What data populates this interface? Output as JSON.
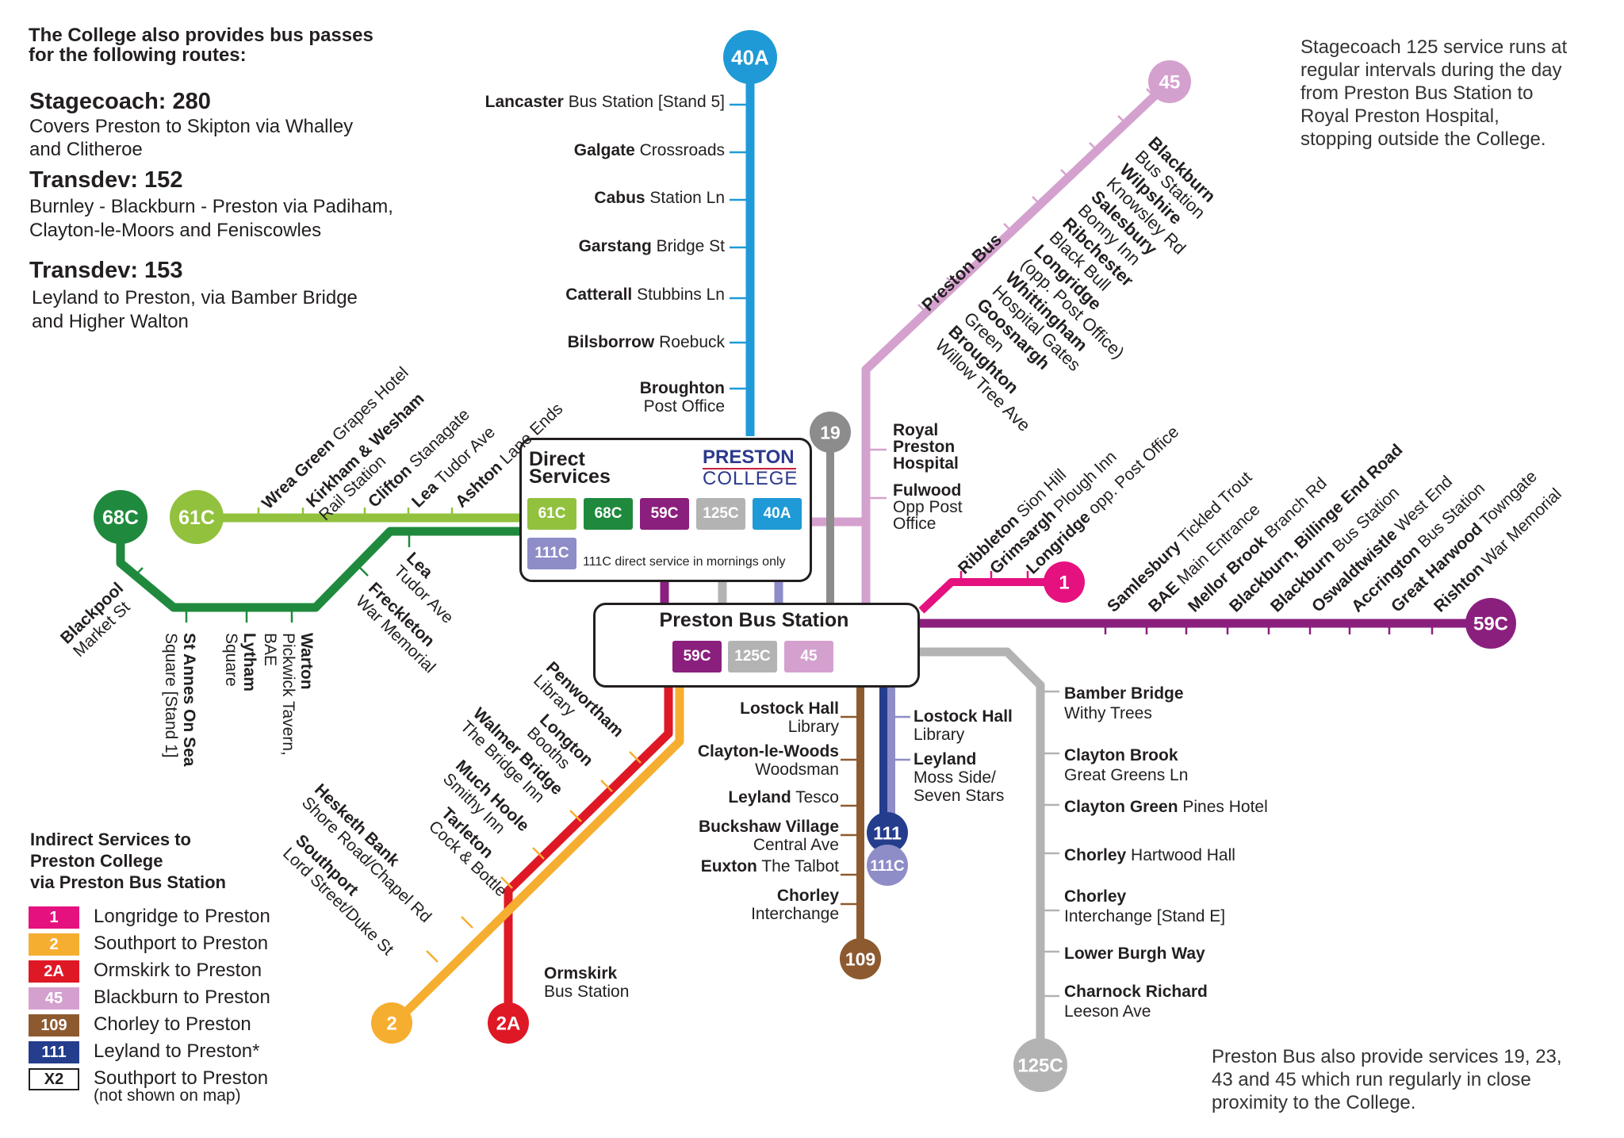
{
  "header": {
    "line1": "The College also provides bus passes",
    "line2": "for the following routes:"
  },
  "operators": [
    {
      "title": "Stagecoach: 280",
      "desc1": "Covers Preston to Skipton via Whalley",
      "desc2": "and Clitheroe"
    },
    {
      "title": "Transdev: 152",
      "desc1": "Burnley - Blackburn - Preston via Padiham,",
      "desc2": "Clayton-le-Moors and Feniscowles"
    },
    {
      "title": "Transdev: 153",
      "desc1": "Leyland to Preston, via Bamber Bridge",
      "desc2": "and Higher Walton"
    }
  ],
  "notes": {
    "stagecoach": [
      "Stagecoach 125 service runs at",
      "regular intervals during the day",
      "from Preston Bus Station to",
      "Royal Preston Hospital,",
      "stopping outside the College."
    ],
    "prestonbus": [
      "Preston Bus also provide services 19, 23,",
      "43 and 45 which run regularly in close",
      "proximity to the College."
    ]
  },
  "colors": {
    "40A": "#1f9ad6",
    "45": "#d4a1cf",
    "61C": "#92c13e",
    "68C": "#1f8a3d",
    "59C": "#8b1f7e",
    "125C": "#b3b3b3",
    "1": "#e5117f",
    "2": "#f6ae30",
    "2A": "#df1826",
    "109": "#8d5a30",
    "111": "#243d8c",
    "111C": "#8e8dc8",
    "19": "#8c8c8c"
  },
  "direct": {
    "title1": "Direct",
    "title2": "Services",
    "college1": "PRESTON",
    "college2": "COLLEGE",
    "note": "111C direct service in mornings only",
    "badges": [
      "61C",
      "68C",
      "59C",
      "125C",
      "40A",
      "111C"
    ]
  },
  "station": {
    "title": "Preston Bus Station",
    "badges": [
      "59C",
      "125C",
      "45"
    ]
  },
  "terminals": {
    "40A": "40A",
    "45": "45",
    "61C": "61C",
    "68C": "68C",
    "59C": "59C",
    "1": "1",
    "2": "2",
    "2A": "2A",
    "109": "109",
    "111": "111",
    "111C": "111C",
    "125C": "125C",
    "19": "19"
  },
  "route_labels": {
    "preston_bus": "Preston Bus"
  },
  "stops_40A": [
    {
      "b": "Lancaster",
      "r": " Bus Station [Stand 5]"
    },
    {
      "b": "Galgate",
      "r": " Crossroads"
    },
    {
      "b": "Cabus",
      "r": " Station Ln"
    },
    {
      "b": "Garstang",
      "r": "  Bridge St"
    },
    {
      "b": "Catterall",
      "r": " Stubbins Ln"
    },
    {
      "b": "Bilsborrow",
      "r": "  Roebuck"
    }
  ],
  "stop_broughton": {
    "b": "Broughton",
    "r": "Post Office"
  },
  "stops_hospital": [
    {
      "b": "Royal",
      "b2": "Preston",
      "b3": "Hospital"
    },
    {
      "b": "Fulwood",
      "r": "Opp Post",
      "r2": "Office"
    }
  ],
  "stops_45": [
    {
      "b": "Blackburn",
      "r": "Bus Station"
    },
    {
      "b": "Wilpshire",
      "r": "Knowsley Rd"
    },
    {
      "b": "Salesbury",
      "r": "Bonny Inn"
    },
    {
      "b": "Ribchester",
      "r": "Black Bull"
    },
    {
      "b": "Longridge",
      "r": "(opp. Post Office)"
    },
    {
      "b": "Whittingham",
      "r": "Hospital Gates"
    },
    {
      "b": "Goosnargh",
      "r": "Green"
    },
    {
      "b": "Broughton",
      "r": "Willow Tree Ave"
    }
  ],
  "stops_1": [
    {
      "b": "Ribbleton",
      "r": " Sion Hill"
    },
    {
      "b": "Grimsargh",
      "r": " Plough Inn"
    },
    {
      "b": "Longridge",
      "r": " opp. Post Office"
    }
  ],
  "stops_59C": [
    {
      "b": "Samlesbury",
      "r": " Tickled Trout"
    },
    {
      "b": "BAE",
      "r": " Main Entrance"
    },
    {
      "b": "Mellor Brook",
      "r": " Branch Rd"
    },
    {
      "b": "Blackburn, Billinge End Road",
      "r": ""
    },
    {
      "b": "Blackburn",
      "r": " Bus Station"
    },
    {
      "b": "Oswaldtwistle",
      "r": " West End"
    },
    {
      "b": "Accrington",
      "r": " Bus Station"
    },
    {
      "b": "Great Harwood",
      "r": " Towngate"
    },
    {
      "b": "Rishton",
      "r": " War Memorial"
    }
  ],
  "stops_61C": [
    {
      "b": "Wrea Green",
      "r": " Grapes Hotel"
    },
    {
      "b": "Kirkham & Wesham",
      "r": "Rail Station"
    },
    {
      "b": "Clifton",
      "r": " Stanagate"
    },
    {
      "b": "Lea",
      "r": " Tudor Ave"
    },
    {
      "b": "Ashton",
      "r": " Lane Ends"
    }
  ],
  "stops_68C": [
    {
      "b": "Blackpool",
      "r": "Market St"
    },
    {
      "b": "St Annes On Sea",
      "r": "Square [Stand 1]"
    },
    {
      "b": "Lytham",
      "r": "Square"
    },
    {
      "b": "Warton",
      "r": "Pickwick Tavern,",
      "r2": "BAE"
    },
    {
      "b": "Freckleton",
      "r": "War Memorial"
    },
    {
      "b": "Lea",
      "r": "Tudor Ave"
    }
  ],
  "stops_2": [
    {
      "b": "Penwortham",
      "r": "Library"
    },
    {
      "b": "Longton",
      "r": "Booths"
    },
    {
      "b": "Walmer Bridge",
      "r": "The Bridge Inn"
    },
    {
      "b": "Much Hoole",
      "r": "Smithy Inn"
    },
    {
      "b": "Tarleton",
      "r": "Cock & Bottle"
    },
    {
      "b": "Hesketh Bank",
      "r": "Shore Road/Chapel Rd"
    },
    {
      "b": "Southport",
      "r": "Lord Street/Duke St"
    }
  ],
  "stop_ormskirk": {
    "b": "Ormskirk",
    "r": "Bus Station"
  },
  "stops_109": [
    {
      "b": "Lostock Hall",
      "r": "Library"
    },
    {
      "b": "Clayton-le-Woods",
      "r": "Woodsman"
    },
    {
      "b": "Leyland",
      "r": " Tesco"
    },
    {
      "b": "Buckshaw Village",
      "r": "Central Ave"
    },
    {
      "b": "Euxton",
      "r": " The Talbot"
    },
    {
      "b": "Chorley",
      "r": "Interchange"
    }
  ],
  "stops_111": [
    {
      "b": "Lostock Hall",
      "r": "Library"
    },
    {
      "b": "Leyland",
      "r": "Moss Side/",
      "r2": "Seven Stars"
    }
  ],
  "stops_125C": [
    {
      "b": "Bamber Bridge",
      "r": "Withy Trees"
    },
    {
      "b": "Clayton Brook",
      "r": "Great Greens Ln"
    },
    {
      "b": "Clayton Green",
      "r": " Pines Hotel"
    },
    {
      "b": "Chorley",
      "r": "  Hartwood Hall"
    },
    {
      "b": "Chorley",
      "r": "Interchange [Stand E]"
    },
    {
      "b": "Lower Burgh Way",
      "r": ""
    },
    {
      "b": "Charnock Richard",
      "r": "Leeson Ave"
    }
  ],
  "legend": {
    "title1": "Indirect Services to",
    "title2": "Preston College",
    "title3": "via Preston Bus Station",
    "items": [
      {
        "code": "1",
        "label": "Longridge to Preston",
        "color": "#e5117f"
      },
      {
        "code": "2",
        "label": "Southport to Preston",
        "color": "#f6ae30"
      },
      {
        "code": "2A",
        "label": "Ormskirk to Preston",
        "color": "#df1826"
      },
      {
        "code": "45",
        "label": "Blackburn to Preston",
        "color": "#d4a1cf"
      },
      {
        "code": "109",
        "label": "Chorley to Preston",
        "color": "#8d5a30"
      },
      {
        "code": "111",
        "label": "Leyland to Preston*",
        "color": "#243d8c"
      },
      {
        "code": "X2",
        "label": "Southport to Preston",
        "color": "#ffffff"
      }
    ],
    "x2_note": "(not shown on map)"
  }
}
